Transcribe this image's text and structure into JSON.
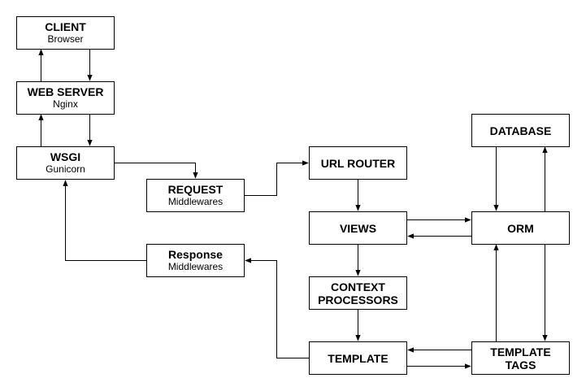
{
  "nodes": {
    "client": {
      "title": "CLIENT",
      "subtitle": "Browser"
    },
    "web_server": {
      "title": "WEB SERVER",
      "subtitle": "Nginx"
    },
    "wsgi": {
      "title": "WSGI",
      "subtitle": "Gunicorn"
    },
    "request": {
      "title": "REQUEST",
      "subtitle": "Middlewares"
    },
    "response": {
      "title": "Response",
      "subtitle": "Middlewares"
    },
    "url_router": {
      "title": "URL ROUTER"
    },
    "views": {
      "title": "VIEWS"
    },
    "context_processors": {
      "title_line1": "CONTEXT",
      "title_line2": "PROCESSORS"
    },
    "template": {
      "title": "TEMPLATE"
    },
    "database": {
      "title": "DATABASE"
    },
    "orm": {
      "title": "ORM"
    },
    "template_tags": {
      "title_line1": "TEMPLATE",
      "title_line2": "TAGS"
    }
  },
  "edges": [
    {
      "from": "client",
      "to": "web_server"
    },
    {
      "from": "web_server",
      "to": "client"
    },
    {
      "from": "web_server",
      "to": "wsgi"
    },
    {
      "from": "wsgi",
      "to": "web_server"
    },
    {
      "from": "wsgi",
      "to": "request"
    },
    {
      "from": "request",
      "to": "url_router"
    },
    {
      "from": "url_router",
      "to": "views"
    },
    {
      "from": "views",
      "to": "orm"
    },
    {
      "from": "orm",
      "to": "views"
    },
    {
      "from": "views",
      "to": "context_processors"
    },
    {
      "from": "context_processors",
      "to": "template"
    },
    {
      "from": "database",
      "to": "orm"
    },
    {
      "from": "orm",
      "to": "database"
    },
    {
      "from": "orm",
      "to": "template_tags"
    },
    {
      "from": "template_tags",
      "to": "orm"
    },
    {
      "from": "template_tags",
      "to": "template"
    },
    {
      "from": "template",
      "to": "template_tags"
    },
    {
      "from": "template",
      "to": "response"
    },
    {
      "from": "response",
      "to": "wsgi"
    }
  ]
}
